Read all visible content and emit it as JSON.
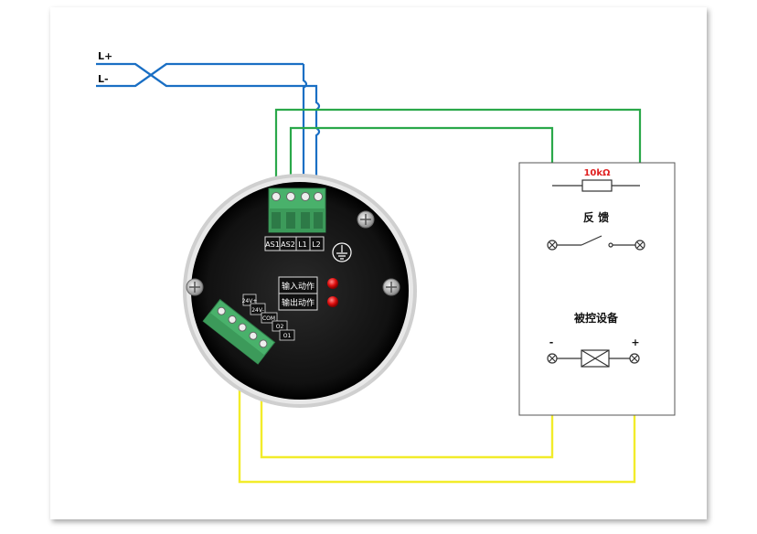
{
  "lines": {
    "positive": "L+",
    "negative": "L-"
  },
  "terminals_top": [
    "AS1",
    "AS2",
    "L1",
    "L2"
  ],
  "status": {
    "input_action": "输入动作",
    "output_action": "输出动作"
  },
  "terminals_side": [
    "24V+",
    "24V-",
    "COM",
    "O2",
    "O1"
  ],
  "feedback": {
    "resistor": "10kΩ",
    "label": "反 馈"
  },
  "device": {
    "label": "被控设备",
    "minus": "-",
    "plus": "+"
  },
  "colors": {
    "blue": "#1a6fc4",
    "green": "#2aa84a",
    "yellow": "#f2ec2a",
    "resistor_text": "#e02020"
  },
  "icons": [
    "ground-icon",
    "screw-icon",
    "switch-icon",
    "load-icon",
    "led-icon"
  ]
}
